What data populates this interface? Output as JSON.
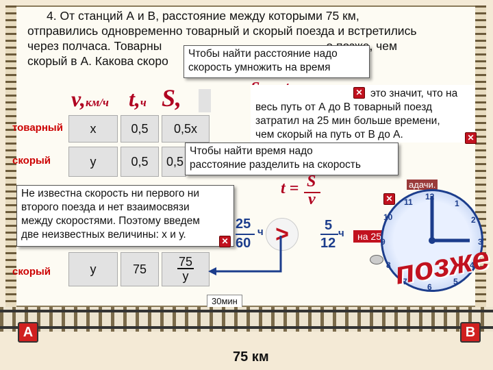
{
  "problem": {
    "number": "4.",
    "line1": "От станций А и В, расстояние между которыми 75 км,",
    "line2": "отправились одновременно товарный и скорый поезда и встретились",
    "line3_a": "через полчаса. Товарны",
    "line3_b": "о позже, чем",
    "line4_a": "скорый в А. Какова скоро"
  },
  "tooltips": {
    "speed_time": [
      "Чтобы найти расстояние надо",
      "скорость умножить на время"
    ],
    "distance_speed": [
      "Чтобы найти время надо",
      "расстояние разделить на скорость"
    ],
    "meaning": [
      "это значит, что на",
      "весь путь от А до В товарный поезд",
      "затратил на 25 мин больше времени,",
      "чем скорый на путь от В до А."
    ],
    "unknowns": [
      "Не известна скорость ни первого ни",
      "второго поезда и нет взаимосвязи",
      "между скоростями. Поэтому введем",
      "две неизвестных величины: х и у."
    ]
  },
  "formulas": {
    "s_vt": "S = vt",
    "t_eq": "t =",
    "t_num": "S",
    "t_den": "v"
  },
  "table": {
    "head_v": "v,",
    "head_v_unit": "км/ч",
    "head_t": "t,",
    "head_t_unit": "ч",
    "head_s": "S,",
    "rows1": [
      {
        "label": "товарный",
        "v": "x",
        "t": "0,5",
        "s": "0,5x"
      },
      {
        "label": "скорый",
        "v": "y",
        "t": "0,5",
        "s": "0,5"
      }
    ],
    "row2": {
      "label": "скорый",
      "v": "y",
      "s": "75",
      "t_num": "75",
      "t_den": "y"
    }
  },
  "fractions": {
    "f1_num": "25",
    "f1_den": "60",
    "f1_unit": "ч",
    "compare": ">",
    "f2_num": "5",
    "f2_den": "12",
    "f2_unit": "ч"
  },
  "labels": {
    "delay": "на 25 мин",
    "half_hour": "30мин",
    "distance": "75 км",
    "station_a": "А",
    "station_b": "В",
    "later": "позже",
    "fragment_zadachi": "адачи.",
    "close": "✕"
  },
  "clock": {
    "numbers": [
      "12",
      "1",
      "2",
      "3",
      "4",
      "5",
      "6",
      "7",
      "8",
      "9",
      "10",
      "11"
    ]
  },
  "colors": {
    "accent": "#b00020",
    "frac_blue": "#1c3d8c",
    "clock_blue": "#1c3d8c",
    "close_red": "#c1121f"
  }
}
